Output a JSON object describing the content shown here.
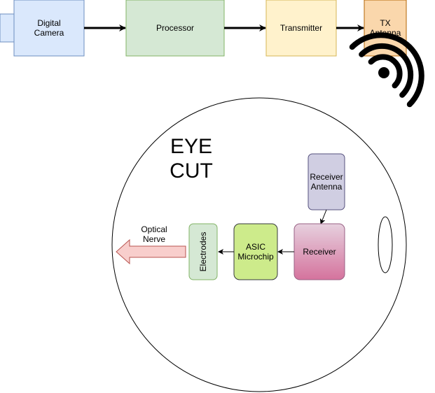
{
  "nodes": {
    "digital_camera": {
      "line1": "Digital",
      "line2": "Camera"
    },
    "processor": {
      "label": "Processor"
    },
    "transmitter": {
      "label": "Transmitter"
    },
    "tx_antenna": {
      "line1": "TX",
      "line2": "Antenna"
    },
    "eye_title": {
      "line1": "EYE",
      "line2": "CUT"
    },
    "receiver_antenna": {
      "line1": "Receiver",
      "line2": "Antenna"
    },
    "receiver": {
      "label": "Receiver"
    },
    "asic": {
      "line1": "ASIC",
      "line2": "Microchip"
    },
    "electrodes": {
      "label": "Electrodes"
    },
    "optical_nerve": {
      "line1": "Optical",
      "line2": "Nerve"
    }
  },
  "colors": {
    "camera_fill": "#dae8fc",
    "camera_stroke": "#6c8ebf",
    "processor_fill": "#d5e8d4",
    "processor_stroke": "#82b366",
    "transmitter_fill": "#fff2cc",
    "transmitter_stroke": "#d6b656",
    "tx_fill": "#fad7ac",
    "tx_stroke": "#b46504",
    "rx_antenna_fill": "#d0cee2",
    "rx_antenna_stroke": "#56517e",
    "receiver_fill_top": "#e6d0de",
    "receiver_fill_bottom": "#d5739d",
    "receiver_stroke": "#996185",
    "asic_fill": "#cdeb8b",
    "asic_stroke": "#36393d",
    "electrodes_fill": "#d5e8d4",
    "electrodes_stroke": "#82b366",
    "nerve_fill": "#f8cecc",
    "nerve_stroke": "#b85450"
  },
  "icons": {
    "wireless": "wifi-signal-icon"
  }
}
